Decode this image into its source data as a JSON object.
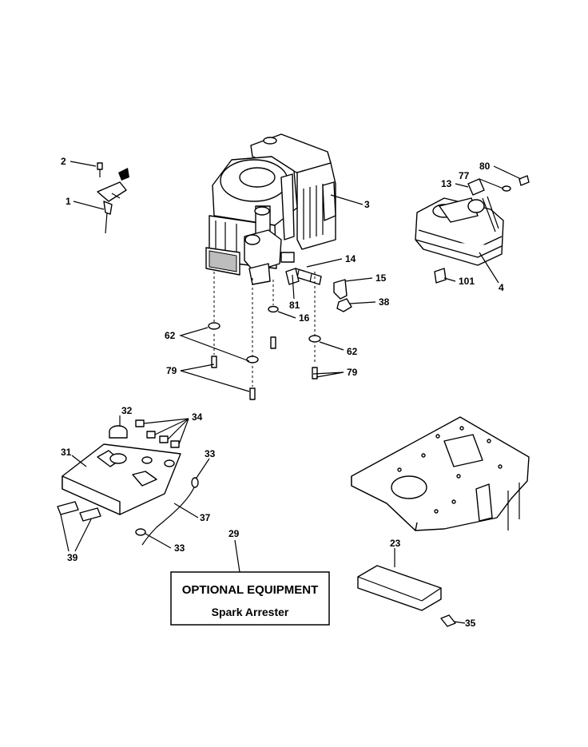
{
  "callouts": {
    "c1": "1",
    "c2": "2",
    "c3": "3",
    "c4": "4",
    "c13": "13",
    "c14": "14",
    "c15": "15",
    "c16": "16",
    "c23": "23",
    "c29": "29",
    "c31": "31",
    "c32": "32",
    "c33a": "33",
    "c33b": "33",
    "c34": "34",
    "c35": "35",
    "c37": "37",
    "c38": "38",
    "c39": "39",
    "c62a": "62",
    "c62b": "62",
    "c77": "77",
    "c79a": "79",
    "c79b": "79",
    "c80": "80",
    "c81": "81",
    "c101": "101"
  },
  "optional_box": {
    "title": "OPTIONAL EQUIPMENT",
    "subtitle": "Spark Arrester"
  }
}
